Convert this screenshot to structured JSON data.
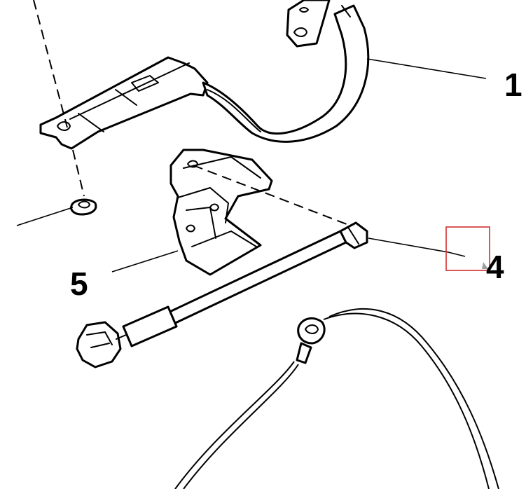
{
  "callouts": [
    {
      "id": "1",
      "label": "1"
    },
    {
      "id": "4",
      "label": "4"
    },
    {
      "id": "5",
      "label": "5"
    }
  ],
  "highlight": {
    "color": "#d32f2f"
  },
  "colors": {
    "line": "#000000",
    "background": "#ffffff"
  }
}
